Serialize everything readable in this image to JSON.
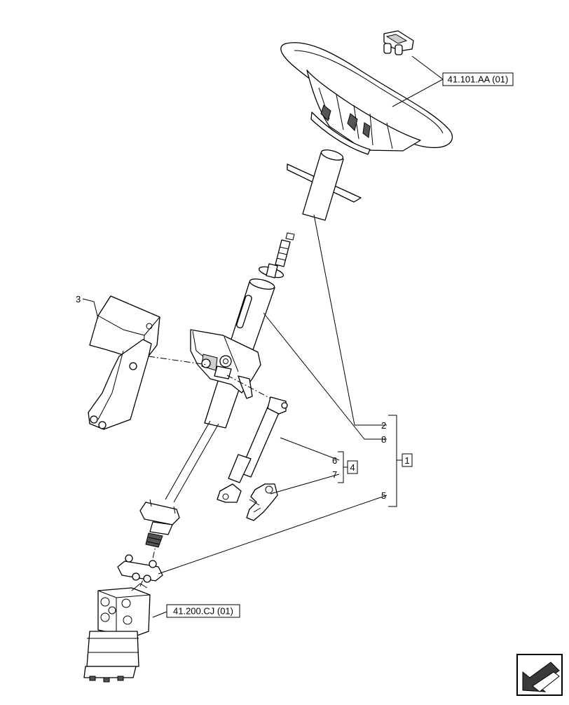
{
  "references": {
    "steering_wheel_ref": "41.101.AA (01)",
    "steering_motor_ref": "41.200.CJ (01)"
  },
  "callouts": {
    "c1": "1",
    "c2": "2",
    "c3": "3",
    "c4": "4",
    "c5": "5",
    "c6": "6",
    "c7": "7",
    "c8": "8"
  },
  "icons": {
    "nav": "return-arrow-icon"
  }
}
